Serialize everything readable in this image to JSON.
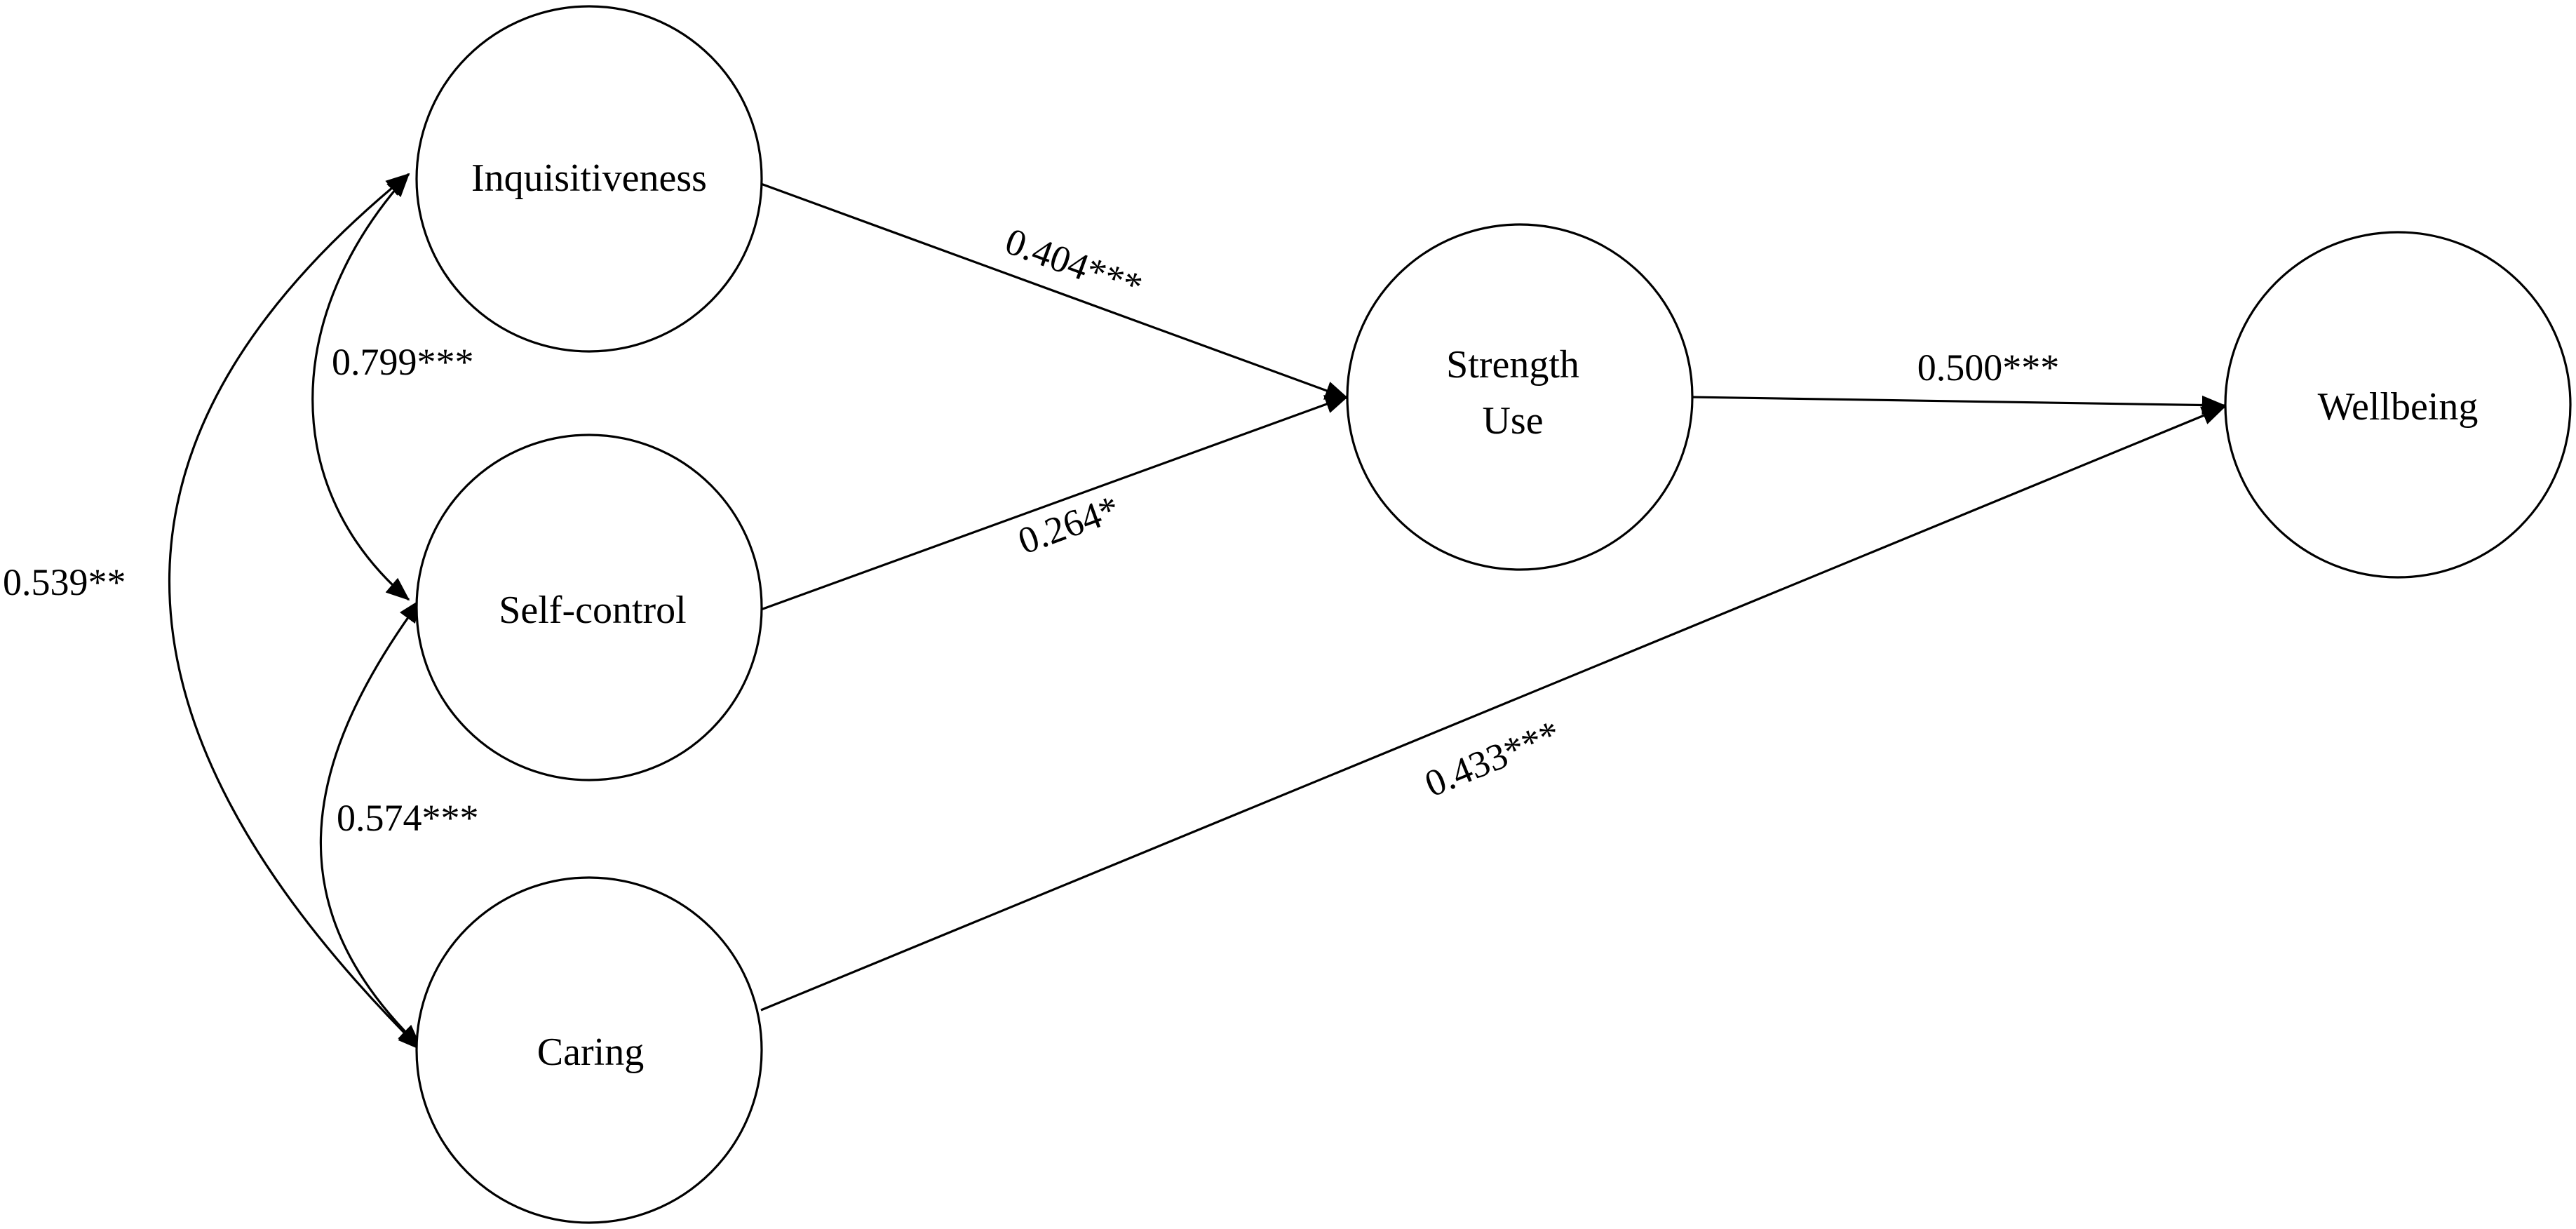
{
  "nodes": {
    "inquisitiveness": "Inquisitiveness",
    "self_control": "Self-control",
    "caring": "Caring",
    "strength_use_line1": "Strength",
    "strength_use_line2": "Use",
    "wellbeing": "Wellbeing"
  },
  "paths": {
    "inquisitiveness_to_strength_use": "0.404***",
    "self_control_to_strength_use": "0.264*",
    "strength_use_to_wellbeing": "0.500***",
    "caring_to_wellbeing": "0.433***"
  },
  "correlations": {
    "inquisitiveness_self_control": "0.799***",
    "self_control_caring": "0.574***",
    "inquisitiveness_caring": "0.539**"
  },
  "colors": {
    "stroke": "#000000",
    "background": "#ffffff"
  }
}
